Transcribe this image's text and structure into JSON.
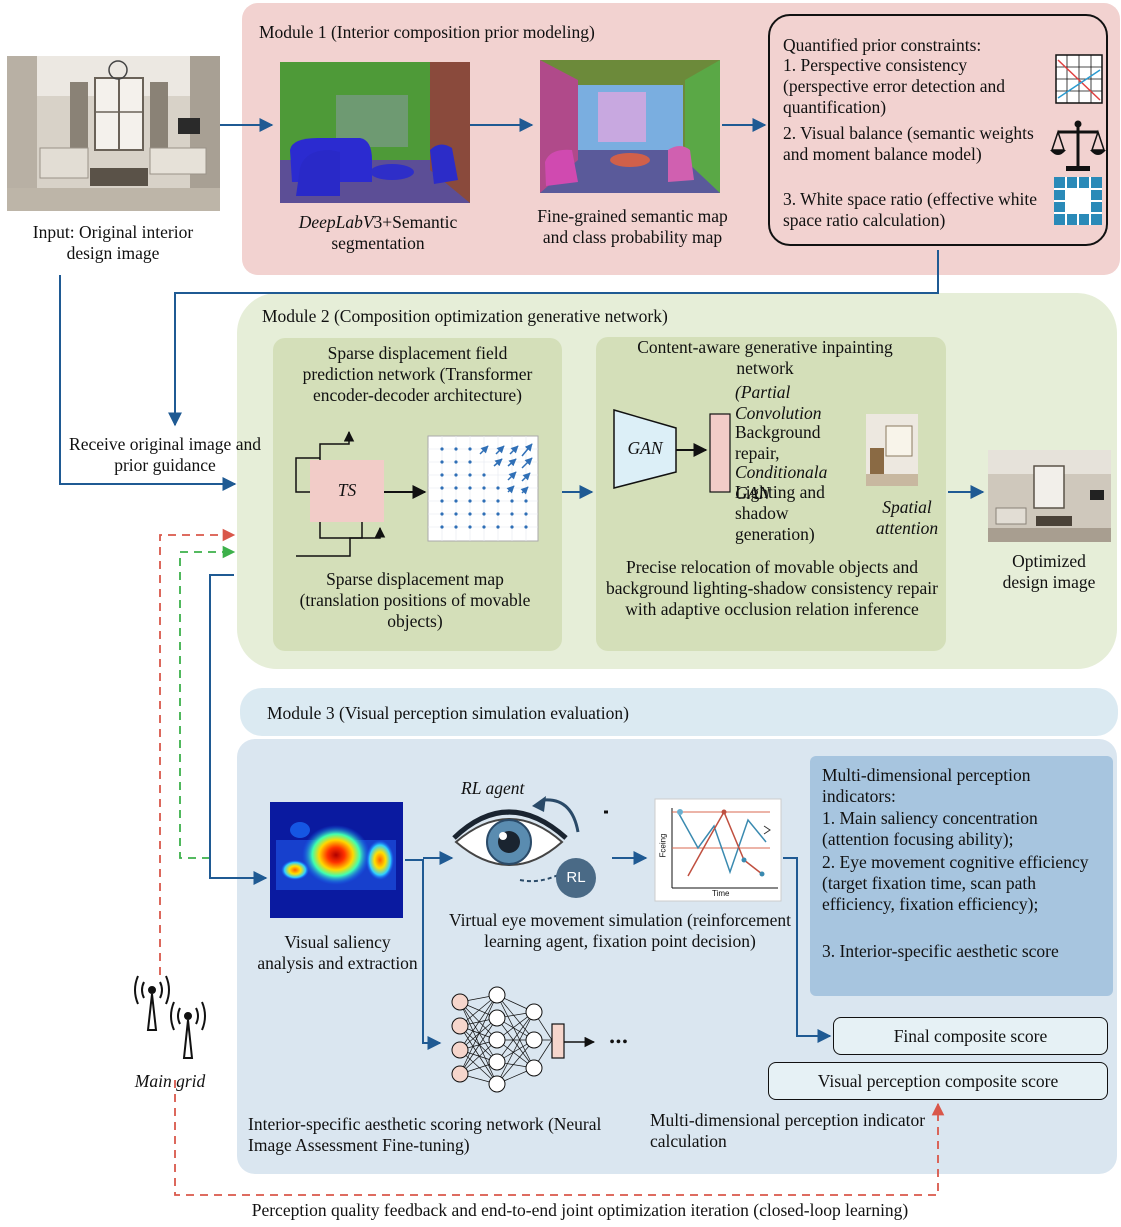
{
  "module1": {
    "title": "Module 1 (Interior composition prior modeling)",
    "seg_label_italic": "DeepLabV",
    "seg_label_rest": "3+Semantic segmentation",
    "finegrained_label": "Fine-grained semantic map and class probability map",
    "constraints": {
      "heading": "Quantified prior constraints:",
      "item1": "1. Perspective consistency (perspective error detection and quantification)",
      "item2": "2. Visual balance (semantic weights and moment balance model)",
      "item3": "3. White space ratio (effective white space ratio calculation)"
    }
  },
  "input_label": "Input: Original interior design image",
  "receive_label": "Receive original image and prior guidance",
  "module2": {
    "title": "Module 2 (Composition optimization generative network)",
    "sparse_net_label": "Sparse displacement field prediction network (Transformer encoder-decoder architecture)",
    "ts_label": "TS",
    "sparse_map_label": "Sparse displacement map (translation positions of movable objects)",
    "inpaint_title": "Content-aware generative inpainting network",
    "gan_label": "GAN",
    "partial_conv_italic": "(Partial Convolution",
    "background_repair": "Background repair,",
    "conditional_italic": "Conditionala GAN",
    "lighting_rest": "Lighting and shadow generation)",
    "spatial_attention": "Spatial attention",
    "relocation_label": "Precise relocation of movable objects and background lighting-shadow consistency repair with adaptive occlusion relation inference"
  },
  "optimized_label": "Optimized design image",
  "module3": {
    "title": "Module 3 (Visual perception simulation evaluation)",
    "saliency_label": "Visual saliency analysis and extraction",
    "rl_agent_label": "RL agent",
    "rl_badge": "RL",
    "eye_sim_label": "Virtual eye movement simulation (reinforcement learning agent, fixation point decision)",
    "chart_ylabel": "Fceing",
    "chart_xlabel": "Time",
    "indicators": {
      "heading": "Multi-dimensional perception indicators:",
      "item1": "1. Main saliency concentration (attention focusing ability);",
      "item2": "2. Eye movement cognitive efficiency (target fixation time, scan path efficiency, fixation efficiency);",
      "item3": "3. Interior-specific aesthetic score"
    },
    "final_score": "Final composite score",
    "visual_score": "Visual perception composite score",
    "aesthetic_label": "Interior-specific aesthetic scoring network (Neural Image Assessment Fine-tuning)",
    "multi_calc_label": "Multi-dimensional perception indicator calculation",
    "ellipsis": "• • •"
  },
  "main_grid_label": "Main grid",
  "feedback_label": "Perception quality feedback and end-to-end joint optimization iteration (closed-loop learning)",
  "colors": {
    "module1_bg": "#f2d2d0",
    "module2_bg": "#e6eed8",
    "module2_inner": "#d4dfb9",
    "module3_bg": "#dae6f0",
    "module3_title_bg": "#dbeaf2",
    "indicators_bg": "#a7c5df",
    "arrow_blue": "#1f5a93",
    "feedback_red": "#d9574a",
    "feedback_green": "#3cb04a"
  }
}
